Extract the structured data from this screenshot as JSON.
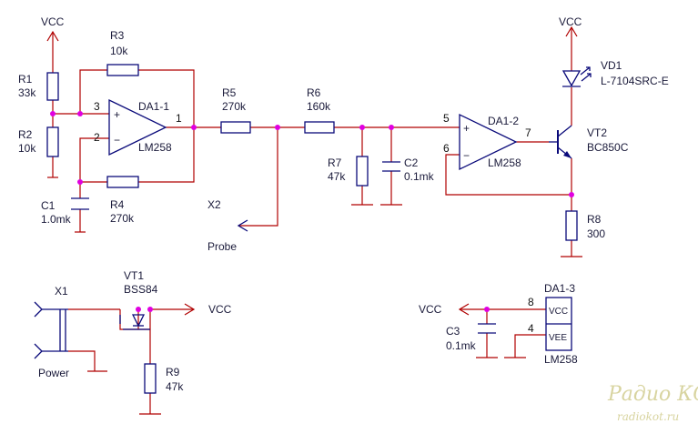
{
  "power": {
    "vcc_label": "VCC"
  },
  "resistors": {
    "r1": {
      "ref": "R1",
      "value": "33k"
    },
    "r2": {
      "ref": "R2",
      "value": "10k"
    },
    "r3": {
      "ref": "R3",
      "value": "10k"
    },
    "r4": {
      "ref": "R4",
      "value": "270k"
    },
    "r5": {
      "ref": "R5",
      "value": "270k"
    },
    "r6": {
      "ref": "R6",
      "value": "160k"
    },
    "r7": {
      "ref": "R7",
      "value": "47k"
    },
    "r8": {
      "ref": "R8",
      "value": "300"
    },
    "r9": {
      "ref": "R9",
      "value": "47k"
    }
  },
  "capacitors": {
    "c1": {
      "ref": "C1",
      "value": "1.0mk"
    },
    "c2": {
      "ref": "C2",
      "value": "0.1mk"
    },
    "c3": {
      "ref": "C3",
      "value": "0.1mk"
    }
  },
  "opamps": {
    "da1_1": {
      "ref": "DA1-1",
      "part": "LM258",
      "pin_in_plus": "3",
      "pin_in_minus": "2",
      "pin_out": "1"
    },
    "da1_2": {
      "ref": "DA1-2",
      "part": "LM258",
      "pin_in_plus": "5",
      "pin_in_minus": "6",
      "pin_out": "7"
    },
    "da1_3": {
      "ref": "DA1-3",
      "part": "LM258",
      "pin_vcc": "8",
      "pin_vee": "4",
      "vcc_label": "VCC",
      "vee_label": "VEE"
    }
  },
  "signs": {
    "plus": "+",
    "minus": "−"
  },
  "transistors": {
    "vt1": {
      "ref": "VT1",
      "part": "BSS84"
    },
    "vt2": {
      "ref": "VT2",
      "part": "BC850C"
    }
  },
  "led": {
    "ref": "VD1",
    "part": "L-7104SRC-E"
  },
  "connectors": {
    "x1": {
      "ref": "X1",
      "label": "Power"
    },
    "x2": {
      "ref": "X2",
      "label": "Probe"
    }
  },
  "watermark": {
    "title": "Радио КОТ",
    "url": "radiokot.ru"
  }
}
